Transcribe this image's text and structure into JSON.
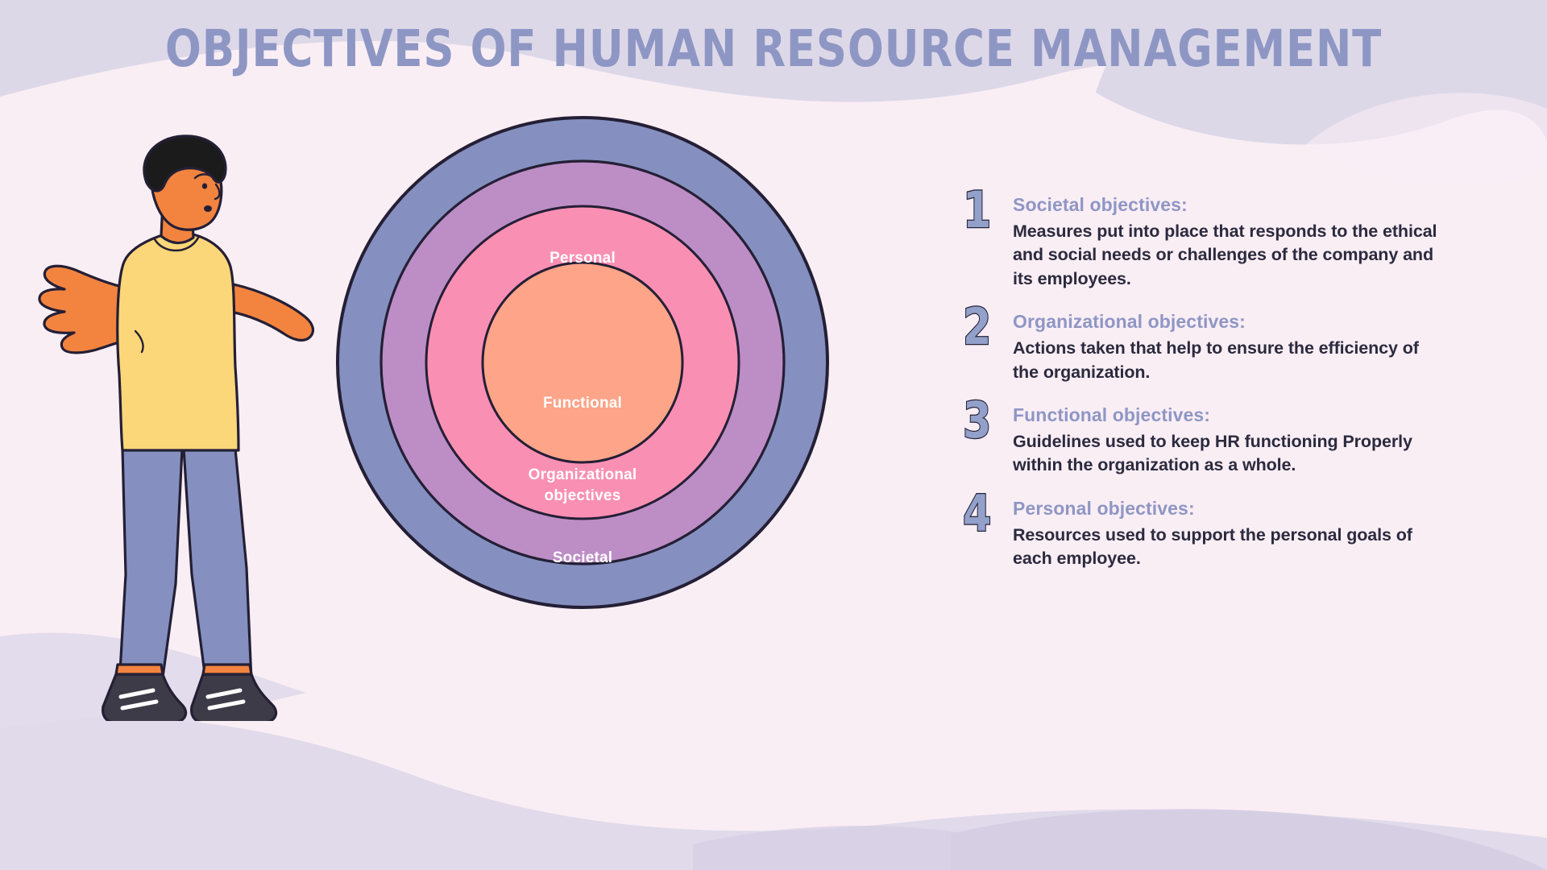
{
  "page": {
    "title": "OBJECTIVES OF HUMAN RESOURCE MANAGEMENT",
    "background_color": "#faeef5",
    "blob_color": "#ddd8e8"
  },
  "diagram": {
    "type": "concentric-circles",
    "name": "hrm-objectives-rings",
    "rings": [
      {
        "label": "Societal",
        "color": "#8590c0",
        "order": 1
      },
      {
        "label": "Organizational\nobjectives",
        "color": "#bd8dc6",
        "order": 2
      },
      {
        "label": "Functional",
        "color": "#fa8fb4",
        "order": 3
      },
      {
        "label": "Personal",
        "color": "#fda489",
        "order": 4
      }
    ],
    "ring_labels": {
      "personal": "Personal",
      "functional": "Functional",
      "organizational_line1": "Organizational",
      "organizational_line2": "objectives",
      "societal": "Societal"
    },
    "outline_color": "#241f35",
    "label_color": "#ffffff"
  },
  "illustration": {
    "name": "standing-person-gesturing",
    "hair_color": "#1b1b1b",
    "skin_color": "#f2843f",
    "shirt_color": "#fcd779",
    "pants_color": "#8590c0",
    "shoe_color": "#3c3b47"
  },
  "list": {
    "number_fill": "#93a0ca",
    "number_stroke": "#252339",
    "heading_color": "#8e96c4",
    "body_color": "#2b2a3e",
    "items": [
      {
        "number": "1",
        "heading": "Societal objectives:",
        "text": "Measures put into place that responds to the ethical and social needs or challenges of the company and its employees."
      },
      {
        "number": "2",
        "heading": "Organizational objectives:",
        "text": "Actions taken that help to ensure the efficiency of the organization."
      },
      {
        "number": "3",
        "heading": "Functional objectives:",
        "text": "Guidelines used to keep HR functioning Properly within the organization as a whole."
      },
      {
        "number": "4",
        "heading": "Personal objectives:",
        "text": "Resources used to support the personal goals of each employee."
      }
    ]
  }
}
